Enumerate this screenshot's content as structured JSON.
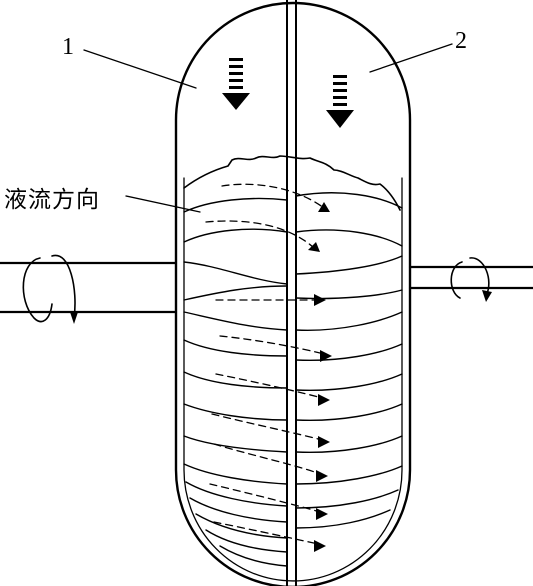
{
  "labels": {
    "part_1": "1",
    "part_2": "2",
    "flow_direction": "液流方向"
  },
  "colors": {
    "ink": "#000000",
    "background": "#ffffff"
  },
  "icons": {
    "feed_arrow": "down-arrow-icon",
    "input_rotation": "rotation-arrow-icon",
    "output_rotation": "rotation-arrow-icon"
  }
}
